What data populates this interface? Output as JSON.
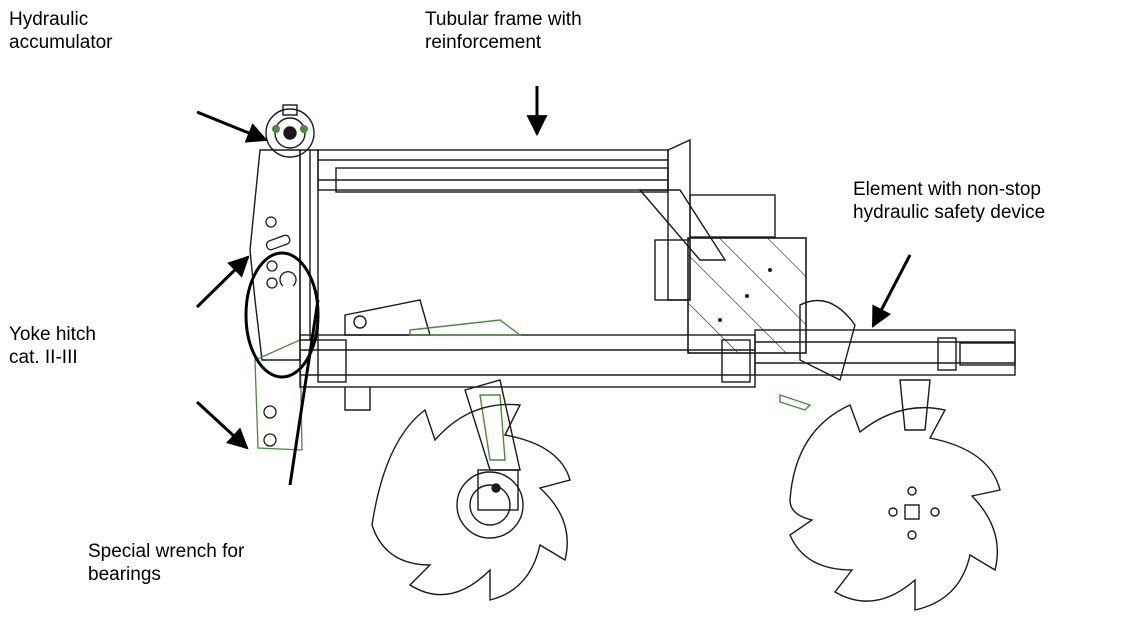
{
  "labels": {
    "hydraulic_accumulator": [
      "Hydraulic",
      "accumulator"
    ],
    "tubular_frame": [
      "Tubular frame with",
      "reinforcement"
    ],
    "element_safety": [
      "Element with non-stop",
      "hydraulic safety device"
    ],
    "yoke_hitch": [
      "Yoke hitch",
      "cat. II-III"
    ],
    "special_wrench": [
      "Special wrench for",
      "bearings"
    ]
  },
  "colors": {
    "outline": "#1a1a1a",
    "accent_green": "#4c8a3c",
    "background": "#ffffff"
  }
}
